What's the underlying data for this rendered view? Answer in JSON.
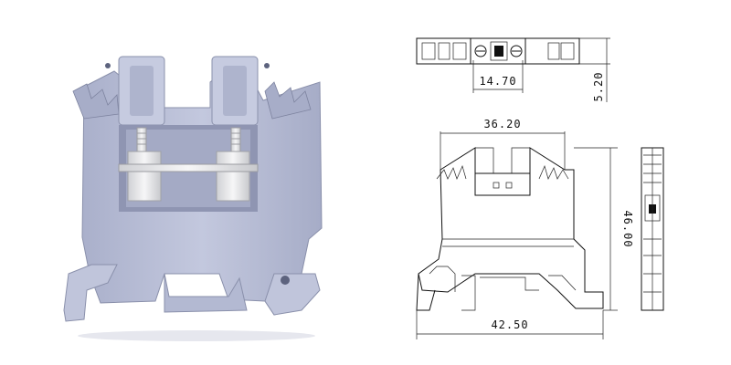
{
  "colors": {
    "plastic": "#b9bed6",
    "plastic_shadow": "#9aa0bd",
    "plastic_dark": "#7d839f",
    "metal": "#e6e6e8",
    "line": "#111111"
  },
  "dimensions": {
    "top_width": "14.70",
    "top_height": "5.20",
    "body_width": "36.20",
    "body_height": "46.00",
    "base_width": "42.50"
  }
}
